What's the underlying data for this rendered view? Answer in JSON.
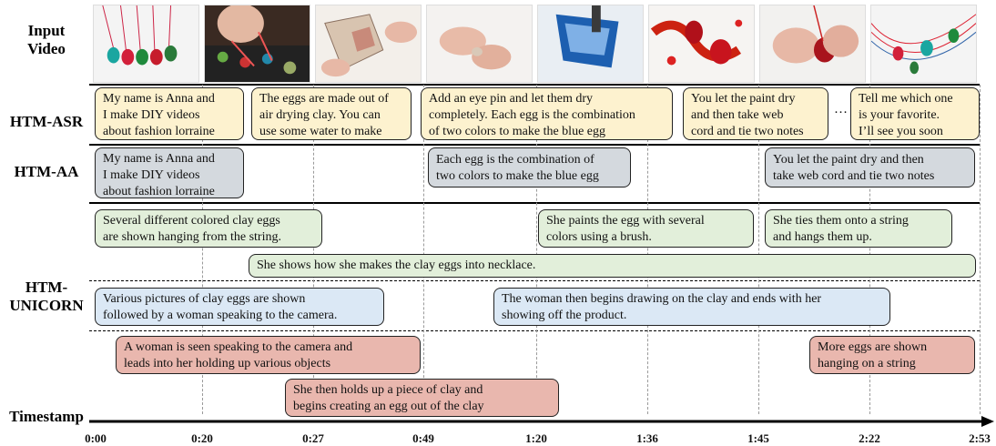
{
  "row_labels": {
    "input_video": "Input\nVideo",
    "htm_asr": "HTM-ASR",
    "htm_aa": "HTM-AA",
    "htm_unicorn": "HTM-\nUNICORN",
    "timestamp": "Timestamp"
  },
  "frames": [
    "Colored clay eggs hanging on strings",
    "Woman wearing egg necklaces",
    "Hands shaping clay",
    "Hands rolling clay egg",
    "Blue paint dish",
    "Red painted eggs",
    "Hands tying cord on egg",
    "Finished egg necklaces"
  ],
  "asr": [
    "My name is Anna and\nI make DIY videos\nabout fashion lorraine",
    "The eggs are made out of\nair drying clay. You can\nuse some water to make",
    "Add an eye pin and let them dry\ncompletely. Each egg is the combination\nof two colors to make the blue egg",
    "You let the paint dry\nand then take web\ncord and tie two notes",
    "Tell me which one\nis your favorite.\nI’ll see you soon"
  ],
  "asr_ellipsis": "…",
  "aa": [
    "My name is Anna and\nI make DIY videos\nabout fashion lorraine",
    "Each egg is the combination of\ntwo colors to make the blue egg",
    "You let the paint dry and then\ntake web cord and tie two notes"
  ],
  "unicorn_green": [
    "Several different colored clay eggs\nare shown hanging from the string.",
    "She paints the egg with several\ncolors using a brush.",
    "She ties them onto a string\nand hangs them up.",
    "She shows how she makes the clay eggs into necklace."
  ],
  "unicorn_blue": [
    "Various pictures of clay eggs are shown\nfollowed by a woman speaking to the camera.",
    "The woman then begins drawing on the clay and ends with her\nshowing off the product."
  ],
  "unicorn_red": [
    "A woman is seen speaking to the camera and\nleads into her holding up various objects",
    "More eggs are shown\nhanging on a string",
    "She then holds up a piece of clay and\nbegins creating an egg out of the clay"
  ],
  "timestamps": [
    "0:00",
    "0:20",
    "0:27",
    "0:49",
    "1:20",
    "1:36",
    "1:45",
    "2:22",
    "2:53"
  ],
  "colors": {
    "asr_box": "#fdf2cf",
    "aa_box": "#d4d9de",
    "green_box": "#e2efda",
    "blue_box": "#dbe8f5",
    "red_box": "#e9b7ae"
  }
}
